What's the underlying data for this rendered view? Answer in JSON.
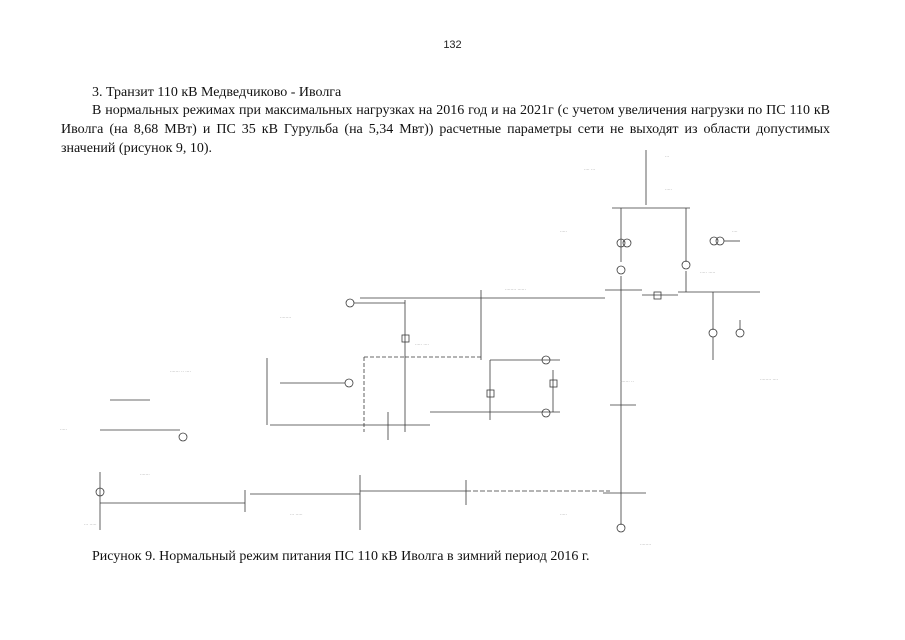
{
  "page": {
    "number": "132"
  },
  "section": {
    "heading": "3. Транзит 110 кВ Медведчиково - Иволга",
    "paragraph": "В нормальных режимах при максимальных нагрузках на 2016 год и на 2021г (с учетом увеличения нагрузки по ПС 110 кВ Иволга (на 8,68 МВт) и ПС 35 кВ Гурульба (на 5,34 Мвт)) расчетные параметры сети не выходят из области допустимых значений (рисунок 9, 10)."
  },
  "figure": {
    "caption": "Рисунок 9. Нормальный режим  питания  ПС 110 кВ Иволга в зимний период 2016 г.",
    "colors": {
      "line": "#3a3a3a",
      "faint_text": "#9a9a9a"
    }
  }
}
